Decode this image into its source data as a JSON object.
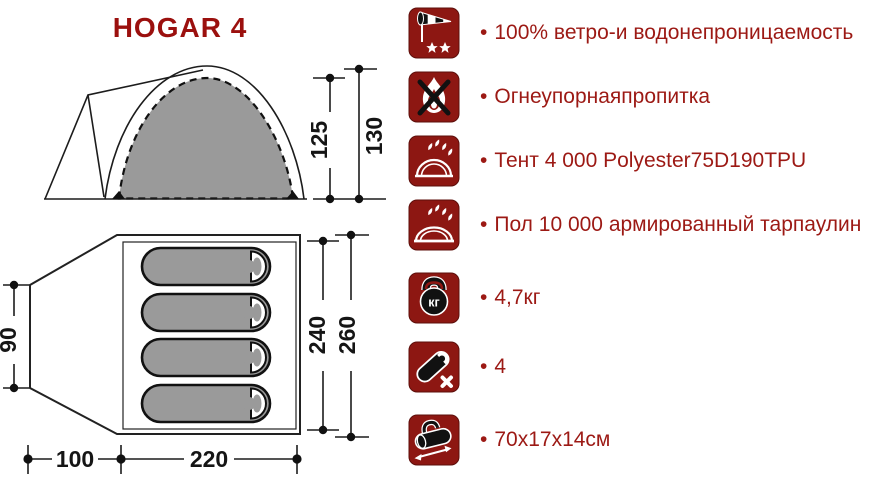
{
  "title": "HOGAR 4",
  "side_view": {
    "inner_height": "125",
    "outer_height": "130"
  },
  "floor_plan": {
    "side_width": "90",
    "inner_length": "240",
    "outer_length": "260",
    "vestibule_depth": "100",
    "inner_width": "220",
    "sleeping_spots": 4
  },
  "features": {
    "bullet": "•",
    "kg_icon_text": "кг",
    "items": [
      {
        "icon": "windsock-icon",
        "label": "100% ветро-и водонепроницаемость"
      },
      {
        "icon": "no-fire-icon",
        "label": "Огнеупорнаяпропитка"
      },
      {
        "icon": "tent-rain-icon",
        "label": "Тент 4 000 Polyester75D190TPU"
      },
      {
        "icon": "floor-rain-icon",
        "label": "Пол 10 000 армированный тарпаулин"
      },
      {
        "icon": "weight-icon",
        "label": "4,7кг"
      },
      {
        "icon": "sleeping-bag-count-icon",
        "label": "4"
      },
      {
        "icon": "packed-size-icon",
        "label": "70x17x14см"
      }
    ]
  },
  "colors": {
    "accent_red_text": "#9C1914",
    "title_red": "#9B100E",
    "icon_background": "#8D1712",
    "diagram_gray": "#9A9A9A",
    "line_color": "#1c1c1c"
  }
}
